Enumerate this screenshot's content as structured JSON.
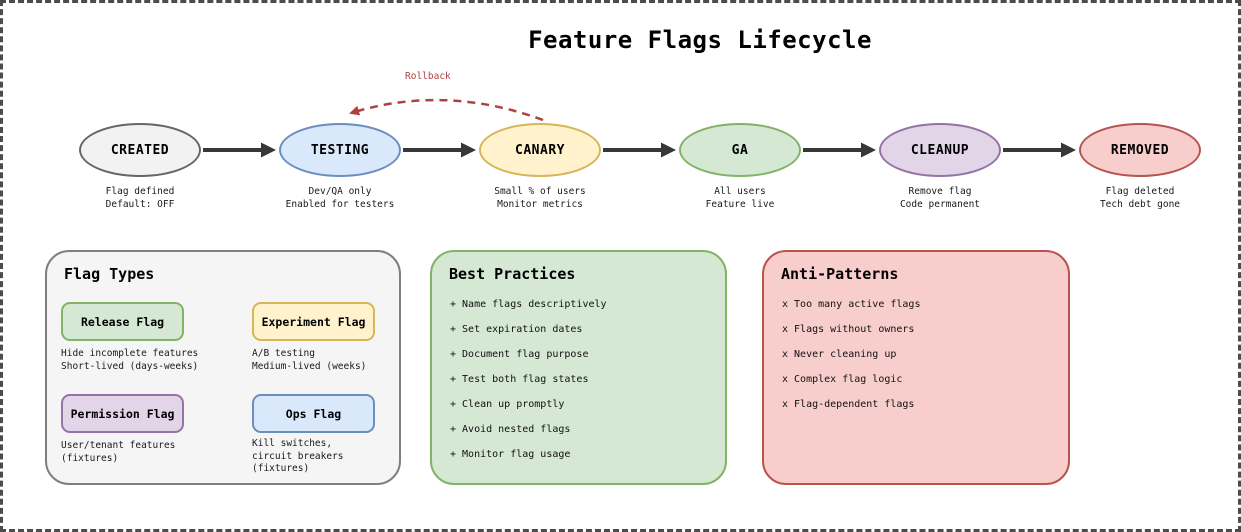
{
  "page": {
    "title": "Feature Flags Lifecycle"
  },
  "colors": {
    "frame_dash": "#4c4c4c",
    "flow_arrow": "#383838",
    "rollback": "#b0413e"
  },
  "flow": {
    "rollback_label": "Rollback",
    "stages": [
      {
        "label": "CREATED",
        "desc": "Flag defined\nDefault: OFF",
        "fill": "#f2f2f2",
        "stroke": "#666666"
      },
      {
        "label": "TESTING",
        "desc": "Dev/QA only\nEnabled for testers",
        "fill": "#dae8fc",
        "stroke": "#6c8ebf"
      },
      {
        "label": "CANARY",
        "desc": "Small % of users\nMonitor metrics",
        "fill": "#fff2cc",
        "stroke": "#d6b656"
      },
      {
        "label": "GA",
        "desc": "All users\nFeature live",
        "fill": "#d5e8d4",
        "stroke": "#82b366"
      },
      {
        "label": "CLEANUP",
        "desc": "Remove flag\nCode permanent",
        "fill": "#e1d5e7",
        "stroke": "#9673a6"
      },
      {
        "label": "REMOVED",
        "desc": "Flag deleted\nTech debt gone",
        "fill": "#f8cecc",
        "stroke": "#b85450"
      }
    ]
  },
  "panels": {
    "flag_types": {
      "title": "Flag Types",
      "fill": "#f5f5f5",
      "stroke": "#7f7f7f",
      "cards": [
        {
          "label": "Release Flag",
          "desc": "Hide incomplete features\nShort-lived (days-weeks)",
          "fill": "#d5e8d4",
          "stroke": "#82b366"
        },
        {
          "label": "Experiment Flag",
          "desc": "A/B testing\nMedium-lived (weeks)",
          "fill": "#fff2cc",
          "stroke": "#d6b656"
        },
        {
          "label": "Permission Flag",
          "desc": "User/tenant features\n(fixtures)",
          "fill": "#e1d5e7",
          "stroke": "#9673a6"
        },
        {
          "label": "Ops Flag",
          "desc": "Kill switches,\ncircuit breakers\n(fixtures)",
          "fill": "#dae8fc",
          "stroke": "#6c8ebf"
        }
      ]
    },
    "best_practices": {
      "title": "Best Practices",
      "fill": "#d5e8d4",
      "stroke": "#82b366",
      "items": [
        "+ Name flags descriptively",
        "+ Set expiration dates",
        "+ Document flag purpose",
        "+ Test both flag states",
        "+ Clean up promptly",
        "+ Avoid nested flags",
        "+ Monitor flag usage"
      ]
    },
    "anti_patterns": {
      "title": "Anti-Patterns",
      "fill": "#f8cecc",
      "stroke": "#b85450",
      "items": [
        "x Too many active flags",
        "x Flags without owners",
        "x Never cleaning up",
        "x Complex flag logic",
        "x Flag-dependent flags"
      ]
    }
  }
}
